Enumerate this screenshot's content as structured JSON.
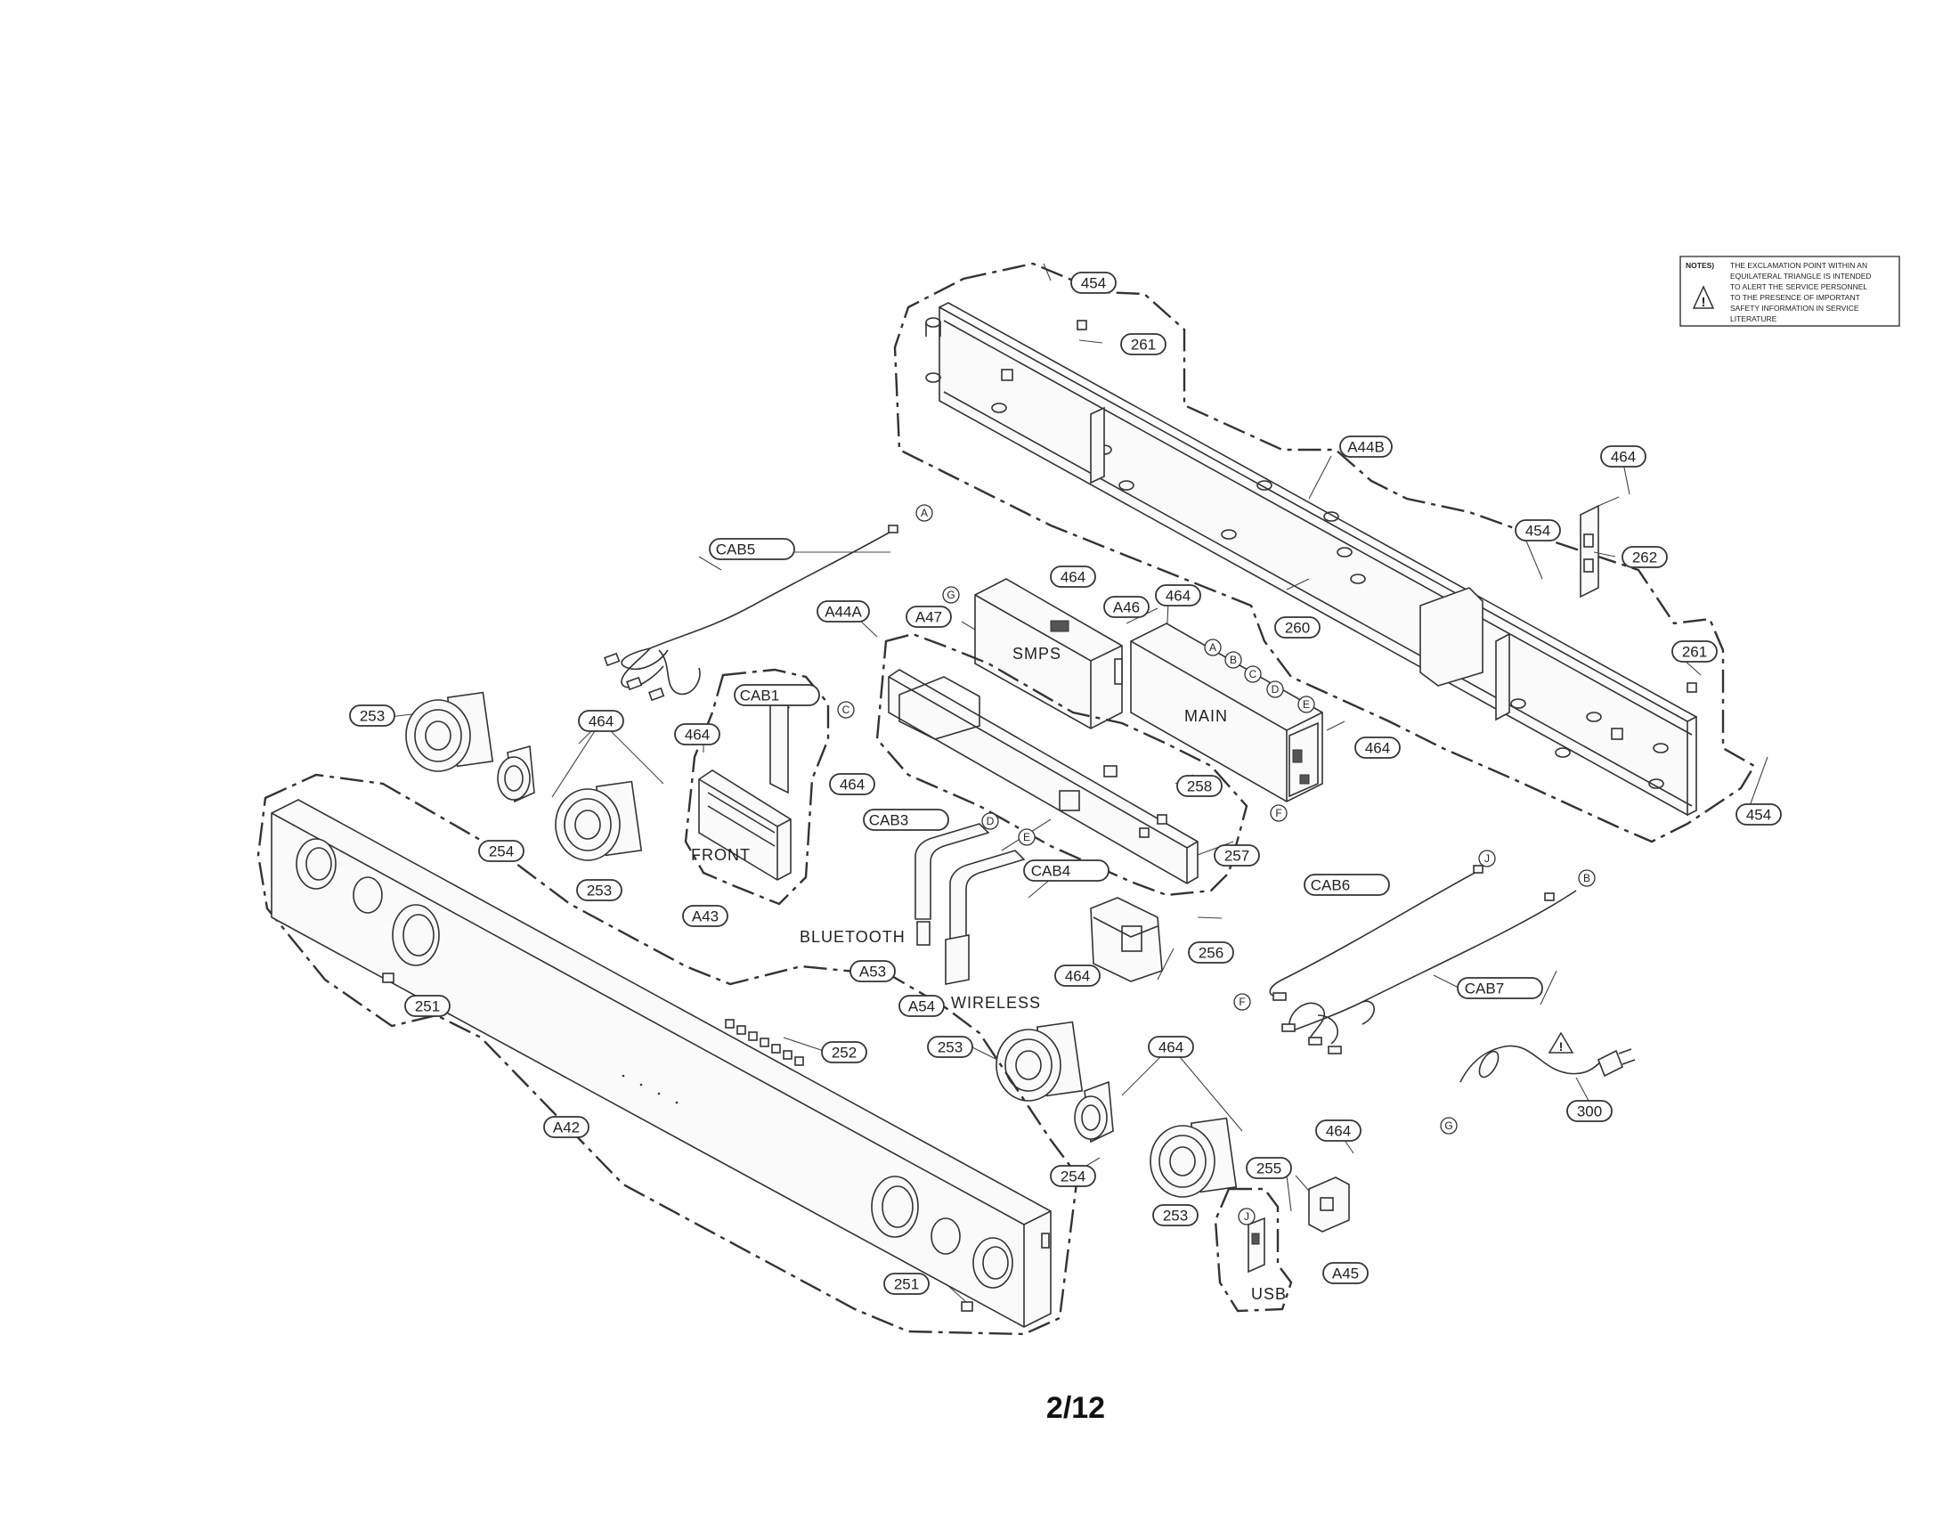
{
  "notes": {
    "heading": "NOTES)",
    "lines": [
      "THE EXCLAMATION POINT WITHIN AN",
      "EQUILATERAL TRIANGLE IS INTENDED",
      "TO ALERT THE SERVICE PERSONNEL",
      "TO THE PRESENCE OF IMPORTANT",
      "SAFETY INFORMATION IN SERVICE",
      "LITERATURE"
    ]
  },
  "labels": {
    "smps": "SMPS",
    "main": "MAIN",
    "front": "FRONT",
    "bluetooth": "BLUETOOTH",
    "wireless": "WIRELESS",
    "usb": "USB"
  },
  "parts": {
    "p454_top": "454",
    "p261_top": "261",
    "pA44B": "A44B",
    "p464_top_right": "464",
    "p454_right": "454",
    "p262": "262",
    "p260": "260",
    "p261_right": "261",
    "p454_bottom_right": "454",
    "pCAB5": "CAB5",
    "p464_smps": "464",
    "pA47": "A47",
    "pA44A": "A44A",
    "pA46": "A46",
    "p464_main": "464",
    "p464_main_right": "464",
    "p253_left_top": "253",
    "p464_left": "464",
    "pCAB1": "CAB1",
    "p464_front": "464",
    "p464_front2": "464",
    "p254_left": "254",
    "p253_left_bottom": "253",
    "pA43": "A43",
    "p258": "258",
    "p257": "257",
    "pCAB3": "CAB3",
    "pCAB4": "CAB4",
    "pA53": "A53",
    "pA54": "A54",
    "pCAB6": "CAB6",
    "pCAB7": "CAB7",
    "p256": "256",
    "p464_256": "464",
    "p251_left": "251",
    "p252": "252",
    "pA42": "A42",
    "p253_mid_top": "253",
    "p464_mid": "464",
    "p254_mid": "254",
    "p253_mid_bottom": "253",
    "p464_usb": "464",
    "p255": "255",
    "pA45": "A45",
    "p300": "300",
    "p251_bottom": "251"
  },
  "connectors": {
    "A": "A",
    "B": "B",
    "C": "C",
    "D": "D",
    "E": "E",
    "F": "F",
    "G": "G",
    "J": "J"
  },
  "page_number": "2/12"
}
